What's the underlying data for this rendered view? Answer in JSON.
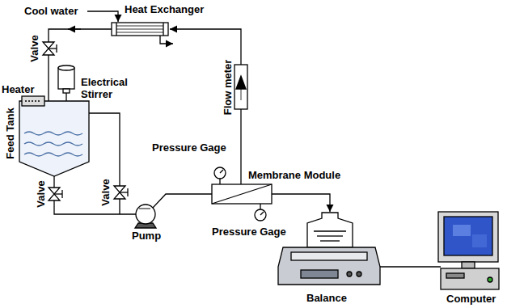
{
  "diagram": {
    "labels": [
      "Cool water",
      "Heat Exchanger",
      "Valve",
      "Electrical Stirrer",
      "Heater",
      "Feed Tank",
      "Valve",
      "Valve",
      "Flow meter",
      "Pressure Gage",
      "Membrane Module",
      "Pump",
      "Pressure Gage",
      "Balance",
      "Computer"
    ]
  }
}
